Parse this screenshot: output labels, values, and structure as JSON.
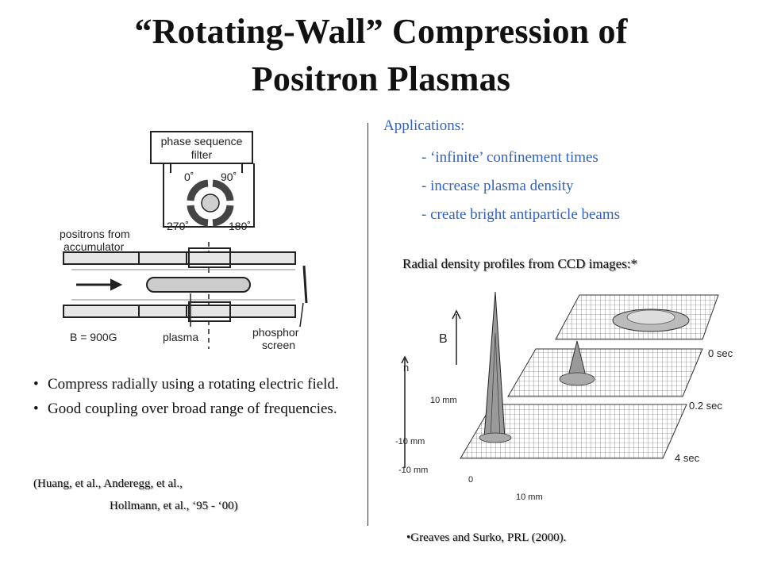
{
  "title": {
    "line1": "“Rotating-Wall” Compression of",
    "line2": "Positron Plasmas"
  },
  "apparatus_diagram": {
    "filter_label_1": "phase  sequence",
    "filter_label_2": "filter",
    "phase_0": "0˚",
    "phase_90": "90˚",
    "phase_270": "270˚",
    "phase_180": "180˚",
    "source_label_1": "positrons  from",
    "source_label_2": "accumulator",
    "field_label": "B  =  900G",
    "plasma_label": "plasma",
    "screen_label_1": "phosphor",
    "screen_label_2": "screen"
  },
  "applications": {
    "heading": "Applications:",
    "items": [
      "- ‘infinite’ confinement times",
      "-  increase plasma density",
      "-  create bright antiparticle beams"
    ]
  },
  "profiles": {
    "caption": "Radial density profiles from CCD images:*",
    "b_label": "B",
    "n_label": "n",
    "time_labels": [
      "0 sec",
      "0.2 sec",
      "4 sec"
    ],
    "axis_labels": [
      "10 mm",
      "-10 mm",
      "-10 mm",
      "0",
      "10 mm"
    ]
  },
  "bullets": [
    "Compress radially using a rotating electric field.",
    "Good coupling over broad range of frequencies."
  ],
  "bullet_marker": "•",
  "references": {
    "line1": "(Huang, et al., Anderegg, et al.,",
    "line2": "Hollmann, et al., ‘95 - ‘00)"
  },
  "credit": "•Greaves and Surko, PRL (2000)."
}
